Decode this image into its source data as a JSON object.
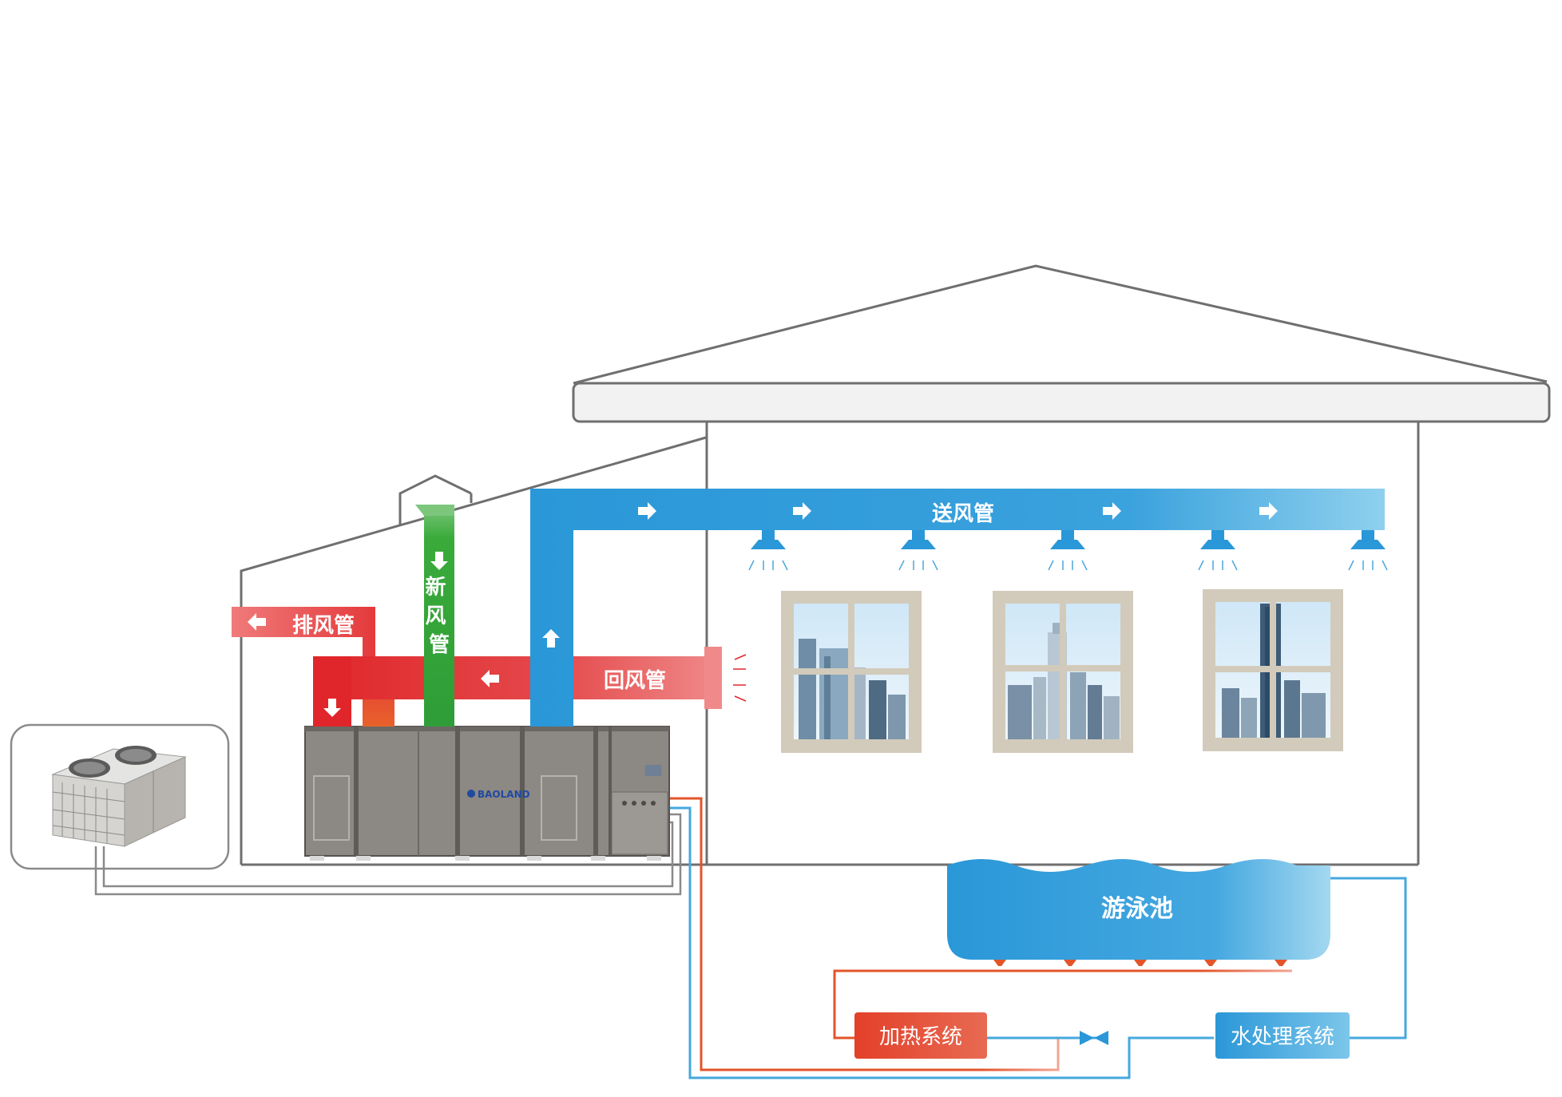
{
  "labels": {
    "exhaust_duct": "排风管",
    "fresh_air_duct": "新风管",
    "return_air_duct": "回风管",
    "supply_air_duct": "送风管",
    "pool": "游泳池",
    "heating_system": "加热系统",
    "water_treatment": "水处理系统",
    "brand": "BAOLAND"
  },
  "colors": {
    "outline": "#6f6f6f",
    "blue": "#2a97d8",
    "blue_light": "#8fd0ee",
    "red": "#e0262a",
    "red_light": "#f08a8a",
    "green": "#3aab3a",
    "orange": "#e2542a",
    "unit_gray": "#8c8883",
    "window_frame": "#d2cbbb"
  },
  "icons": {
    "arrow": "arrow-icon",
    "diffuser": "air-diffuser-icon",
    "valve": "valve-icon",
    "condenser": "condenser-unit-icon"
  }
}
